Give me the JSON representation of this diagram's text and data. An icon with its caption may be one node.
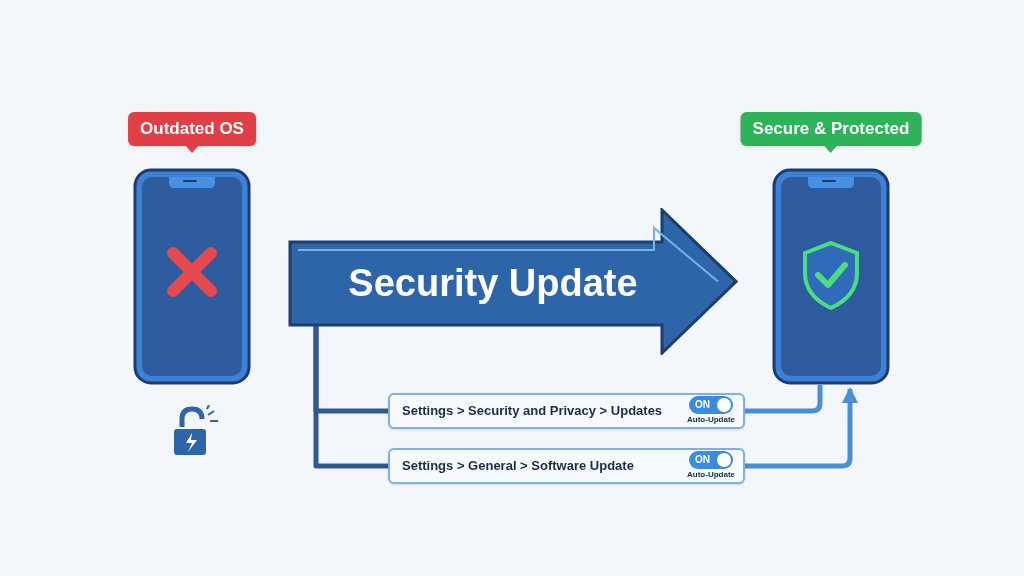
{
  "diagram": {
    "nodes": [
      {
        "text": [],
        "shape": "picture",
        "beside": [
          "Outdated OS"
        ]
      },
      {
        "text": [
          "Security Update"
        ]
      },
      {
        "text": [],
        "shape": "picture",
        "beside": [
          "Secure & Protected"
        ]
      },
      {
        "text": [
          "Settings > Security and Privacy > Updates",
          "ON",
          "Auto-Update"
        ]
      },
      {
        "text": [
          "Settings > General > Software Update",
          "ON",
          "Auto-Update"
        ]
      }
    ],
    "edges": [
      {
        "from": 1,
        "to": 3,
        "arrow": "none"
      },
      {
        "from": 1,
        "to": 4,
        "arrow": "none"
      },
      {
        "from": 3,
        "to": 2,
        "arrow": "none"
      },
      {
        "from": 4,
        "to": 2,
        "arrow": "to"
      }
    ]
  }
}
